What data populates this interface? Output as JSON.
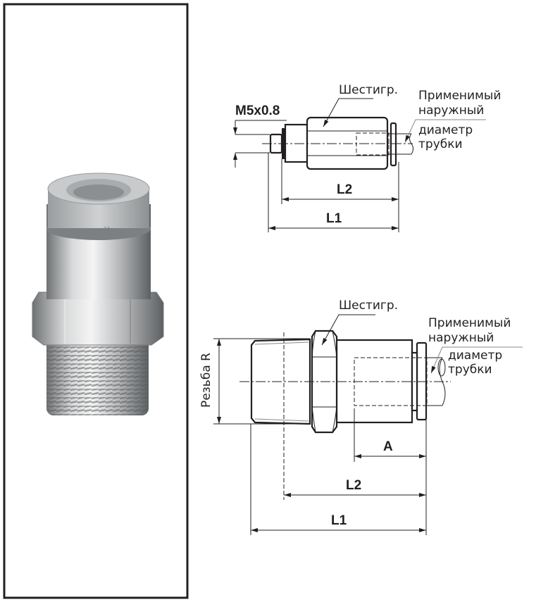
{
  "photo": {
    "cap_marking": "12",
    "colors": {
      "cap": "#b9bcbd",
      "metal": "#c4c6c8",
      "border": "#231f20"
    }
  },
  "top_drawing": {
    "thread_label": "M5x0.8",
    "hex_label": "Шестигр.",
    "tube_label_lines": [
      "Применимый",
      "наружный",
      "диаметр",
      "трубки"
    ],
    "dim_l2": "L2",
    "dim_l1": "L1"
  },
  "bottom_drawing": {
    "thread_label": "Резьба R",
    "hex_label": "Шестигр.",
    "tube_label_lines": [
      "Применимый",
      "наружный",
      "диаметр",
      "трубки"
    ],
    "dim_a": "A",
    "dim_l2": "L2",
    "dim_l1": "L1"
  }
}
